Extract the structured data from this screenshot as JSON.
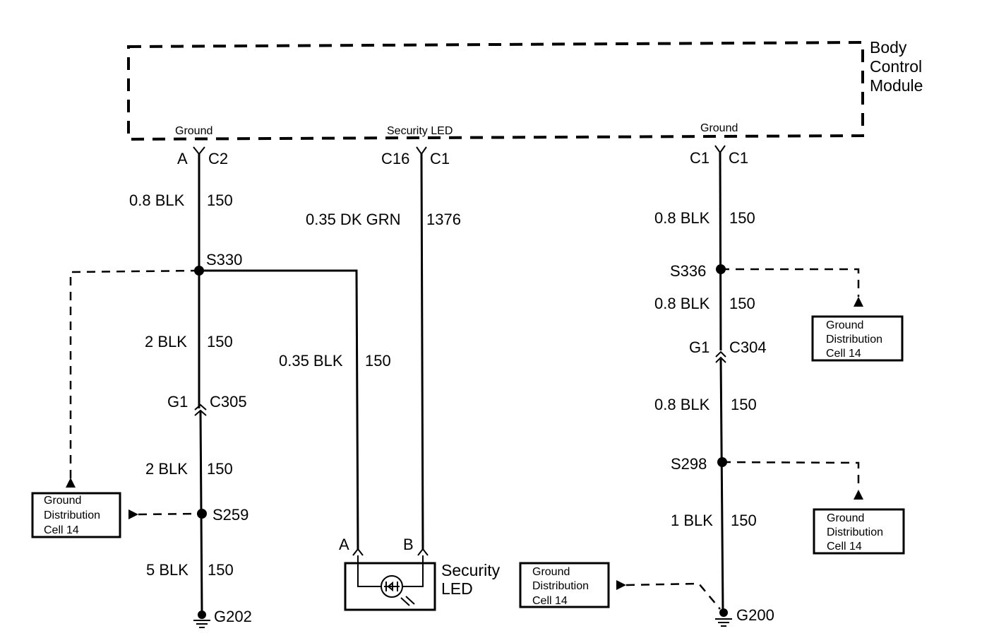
{
  "module": {
    "title_lines": [
      "Body",
      "Control",
      "Module"
    ]
  },
  "pins": {
    "left_ground": "Ground",
    "middle_led": "Security LED",
    "right_ground": "Ground"
  },
  "connectors": {
    "left_top_a": "A",
    "left_top_c2": "C2",
    "mid_top_c16": "C16",
    "mid_top_c1": "C1",
    "right_top_c1a": "C1",
    "right_top_c1b": "C1",
    "left_g1": "G1",
    "left_c305": "C305",
    "right_g1": "G1",
    "right_c304": "C304",
    "led_a": "A",
    "led_b": "B"
  },
  "wires": {
    "left_1_gauge": "0.8 BLK",
    "left_1_circuit": "150",
    "left_2_gauge": "2 BLK",
    "left_2_circuit": "150",
    "left_3_gauge": "2 BLK",
    "left_3_circuit": "150",
    "left_4_gauge": "5 BLK",
    "left_4_circuit": "150",
    "mid_gauge": "0.35 DK GRN",
    "mid_circuit": "1376",
    "mid_blk_gauge": "0.35 BLK",
    "mid_blk_circuit": "150",
    "right_1_gauge": "0.8 BLK",
    "right_1_circuit": "150",
    "right_2_gauge": "0.8 BLK",
    "right_2_circuit": "150",
    "right_3_gauge": "0.8 BLK",
    "right_3_circuit": "150",
    "right_4_gauge": "1 BLK",
    "right_4_circuit": "150"
  },
  "splices": {
    "s330": "S330",
    "s259": "S259",
    "s336": "S336",
    "s298": "S298"
  },
  "grounds": {
    "g202": "G202",
    "g200": "G200"
  },
  "led": {
    "label_lines": [
      "Security",
      "LED"
    ]
  },
  "ground_boxes": [
    {
      "lines": [
        "Ground",
        "Distribution",
        "Cell 14"
      ]
    },
    {
      "lines": [
        "Ground",
        "Distribution",
        "Cell 14"
      ]
    },
    {
      "lines": [
        "Ground",
        "Distribution",
        "Cell 14"
      ]
    },
    {
      "lines": [
        "Ground",
        "Distribution",
        "Cell 14"
      ]
    }
  ]
}
